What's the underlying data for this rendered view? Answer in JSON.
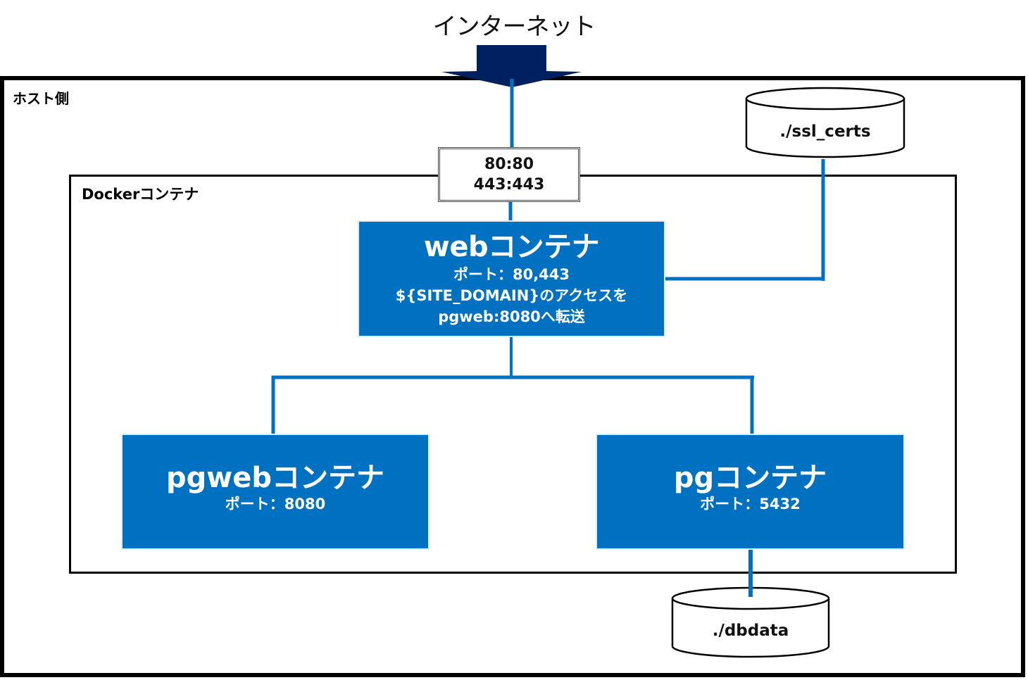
{
  "diagram": {
    "title": "インターネット",
    "host": {
      "label": "ホスト側"
    },
    "docker": {
      "label": "Dockerコンテナ"
    },
    "port_mapping": {
      "lines": [
        "80:80",
        "443:443"
      ]
    },
    "containers": {
      "web": {
        "name": "webコンテナ",
        "port": "ポート：80,443",
        "note_line1": "${SITE_DOMAIN}のアクセスを",
        "note_line2": "pgweb:8080へ転送"
      },
      "pgweb": {
        "name": "pgwebコンテナ",
        "port": "ポート：8080"
      },
      "pg": {
        "name": "pgコンテナ",
        "port": "ポート：5432"
      }
    },
    "volumes": {
      "ssl_certs": {
        "label": "./ssl_certs"
      },
      "dbdata": {
        "label": "./dbdata"
      }
    },
    "connections": [
      {
        "from": "インターネット",
        "to": "80:80 / 443:443"
      },
      {
        "from": "80:80 / 443:443",
        "to": "webコンテナ"
      },
      {
        "from": "./ssl_certs",
        "to": "webコンテナ"
      },
      {
        "from": "webコンテナ",
        "to": "pgwebコンテナ"
      },
      {
        "from": "webコンテナ",
        "to": "pgコンテナ"
      },
      {
        "from": "pgコンテナ",
        "to": "./dbdata"
      }
    ],
    "colors": {
      "container_fill": "#0070c0",
      "connector": "#0070c0",
      "arrow": "#002060",
      "border": "#000000"
    }
  }
}
